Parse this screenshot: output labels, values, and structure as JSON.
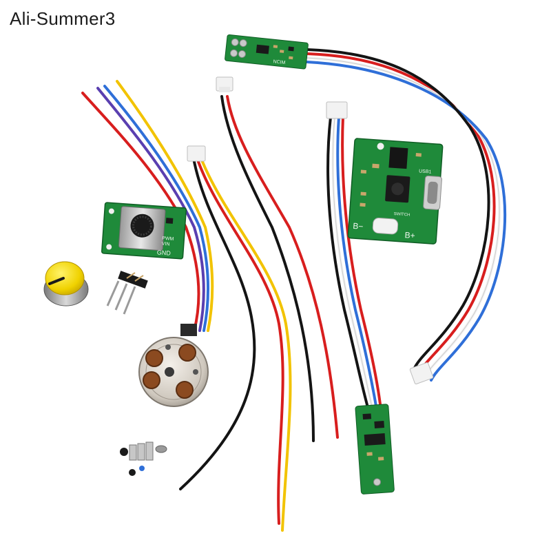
{
  "watermark": "Ali-Summer3",
  "board_labels": {
    "pot_vin": "VIN",
    "pot_pwm": "PWM",
    "pot_gnd": "GND",
    "charger_bminus": "B−",
    "charger_bplus": "B+",
    "charger_usb": "USB1",
    "charger_switch": "SWITCH",
    "top_board": "NCIM"
  },
  "wire_colors": {
    "red": "#d81e1e",
    "black": "#141414",
    "yellow": "#f2c300",
    "blue": "#2f6fd8",
    "purple": "#5a3fb0",
    "white": "#f4f4f4",
    "pcb_green": "#1f8a3a"
  }
}
